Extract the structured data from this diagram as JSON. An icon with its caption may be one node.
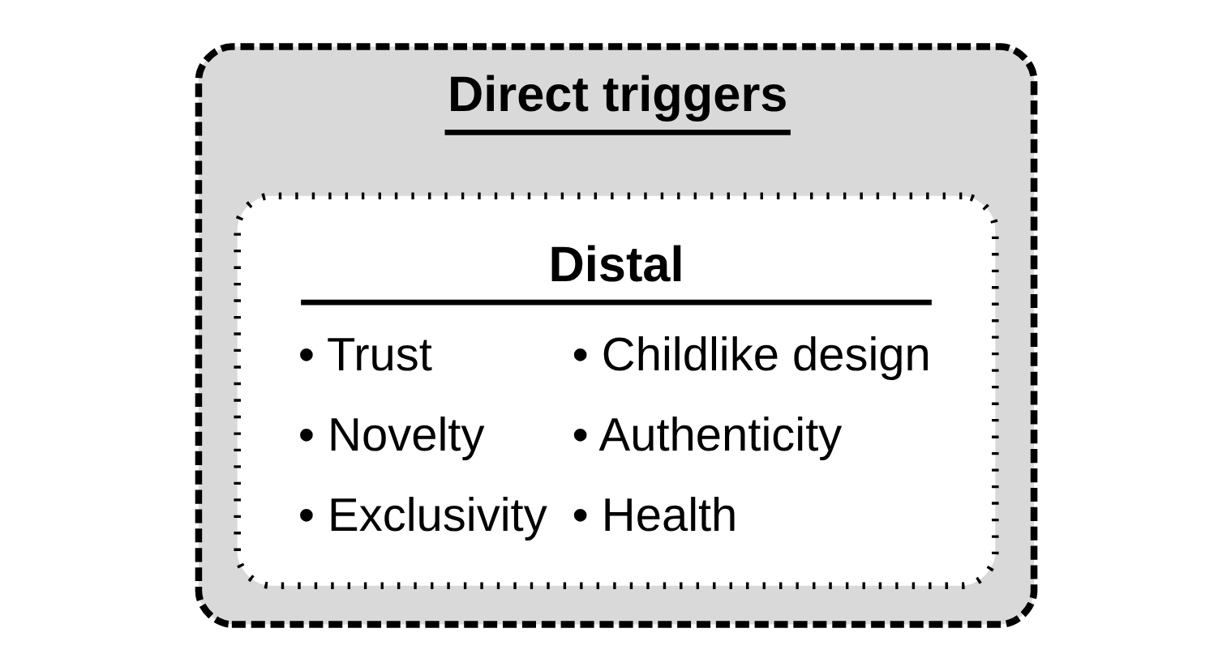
{
  "diagram": {
    "nodes": [
      {
        "text": [
          "Direct triggers"
        ]
      },
      {
        "text": [
          "Distal",
          "• Trust",
          "• Novelty",
          "• Exclusivity",
          "• Childlike design",
          "• Authenticity",
          "• Health"
        ],
        "in": 0
      }
    ]
  }
}
